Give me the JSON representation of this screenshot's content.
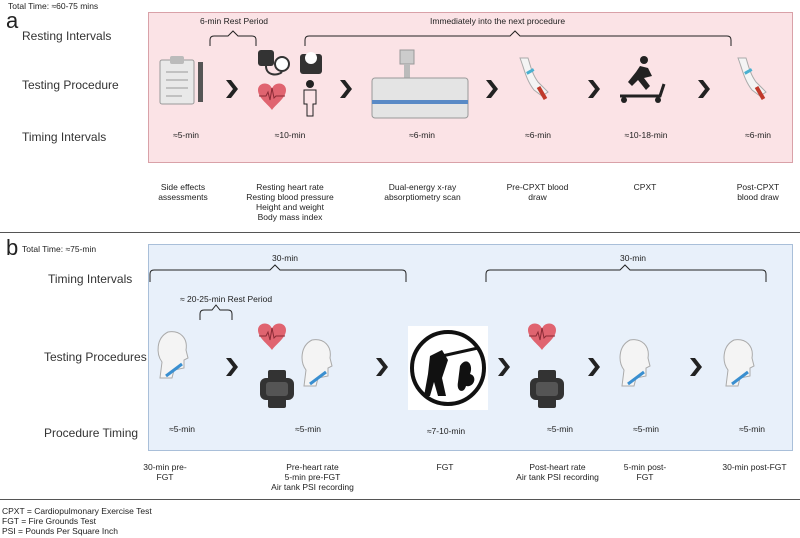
{
  "panel_a": {
    "letter": "a",
    "total_time": "Total Time: ≈60-75 mins",
    "rest_label": "6-min Rest Period",
    "next_label": "Immediately into the next procedure",
    "rows": [
      "Resting Intervals",
      "Testing Procedure",
      "Timing Intervals"
    ],
    "timings": [
      "≈5-min",
      "≈10-min",
      "≈6-min",
      "≈6-min",
      "≈10-18-min",
      "≈6-min"
    ],
    "descriptions": [
      [
        "Side effects",
        "assessments"
      ],
      [
        "Resting heart rate",
        "Resting blood pressure",
        "Height and weight",
        "Body mass index"
      ],
      [
        "Dual-energy x-ray",
        "absorptiometry scan"
      ],
      [
        "Pre-CPXT blood",
        "draw"
      ],
      [
        "CPXT"
      ],
      [
        "Post-CPXT",
        "blood draw"
      ]
    ]
  },
  "panel_b": {
    "letter": "b",
    "total_time": "Total Time: ≈75-min",
    "rows": [
      "Timing Intervals",
      "Testing Procedures",
      "Procedure Timing"
    ],
    "interval_left": "30-min",
    "interval_right": "30-min",
    "rest_label": "≈ 20-25-min Rest Period",
    "timings": [
      "≈5-min",
      "≈5-min",
      "≈7-10-min",
      "≈5-min",
      "≈5-min",
      "≈5-min"
    ],
    "descriptions": [
      [
        "30-min pre-",
        "FGT"
      ],
      [
        "Pre-heart rate",
        "5-min pre-FGT",
        "Air tank PSI recording"
      ],
      [
        "FGT"
      ],
      [
        "Post-heart rate",
        "Air tank PSI recording"
      ],
      [
        "5-min post-",
        "FGT"
      ],
      [
        "30-min post-FGT"
      ]
    ]
  },
  "footnotes": [
    "CPXT = Cardiopulmonary Exercise Test",
    "FGT = Fire Grounds Test",
    "PSI = Pounds Per Square Inch"
  ],
  "icons": [
    "clipboard-icon",
    "blood-pressure-icon",
    "scale-icon",
    "heart-icon",
    "person-icon",
    "dxa-scanner-icon",
    "blood-draw-arm-icon",
    "treadmill-runner-icon",
    "spirometry-head-icon",
    "smartwatch-icon",
    "firefighter-icon",
    "chevron-right-icon"
  ],
  "colors": {
    "panel_a_bg": "#fbe3e6",
    "panel_b_bg": "#e8f0fa",
    "heart": "#e06470"
  }
}
